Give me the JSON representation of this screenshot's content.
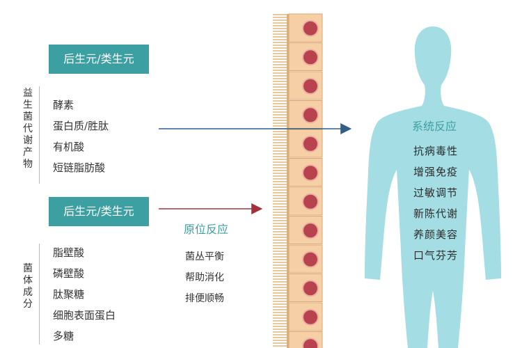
{
  "metabolites": {
    "badge": "后生元/类生元",
    "side_label": "益生菌代谢产物",
    "items": [
      "酵素",
      "蛋白质/胜肽",
      "有机酸",
      "短链脂肪酸"
    ]
  },
  "components": {
    "badge": "后生元/类生元",
    "side_label": "菌体成分",
    "items": [
      "脂壁酸",
      "磷壁酸",
      "肽聚糖",
      "细胞表面蛋白",
      "多糖"
    ]
  },
  "local_reaction": {
    "title": "原位反应",
    "items": [
      "菌丛平衡",
      "帮助消化",
      "排便顺畅"
    ]
  },
  "systemic_reaction": {
    "title": "系统反应",
    "items": [
      "抗病毒性",
      "增强免疫",
      "过敏调节",
      "新陈代谢",
      "养颜美容",
      "口气芬芳"
    ]
  },
  "colors": {
    "teal": "#3c9fa1",
    "body": "#a5dde4",
    "arrow_blue": "#2f5f8a",
    "arrow_red": "#a3303c",
    "cell": "#f6cfa6",
    "nucleus": "#b8434f"
  }
}
